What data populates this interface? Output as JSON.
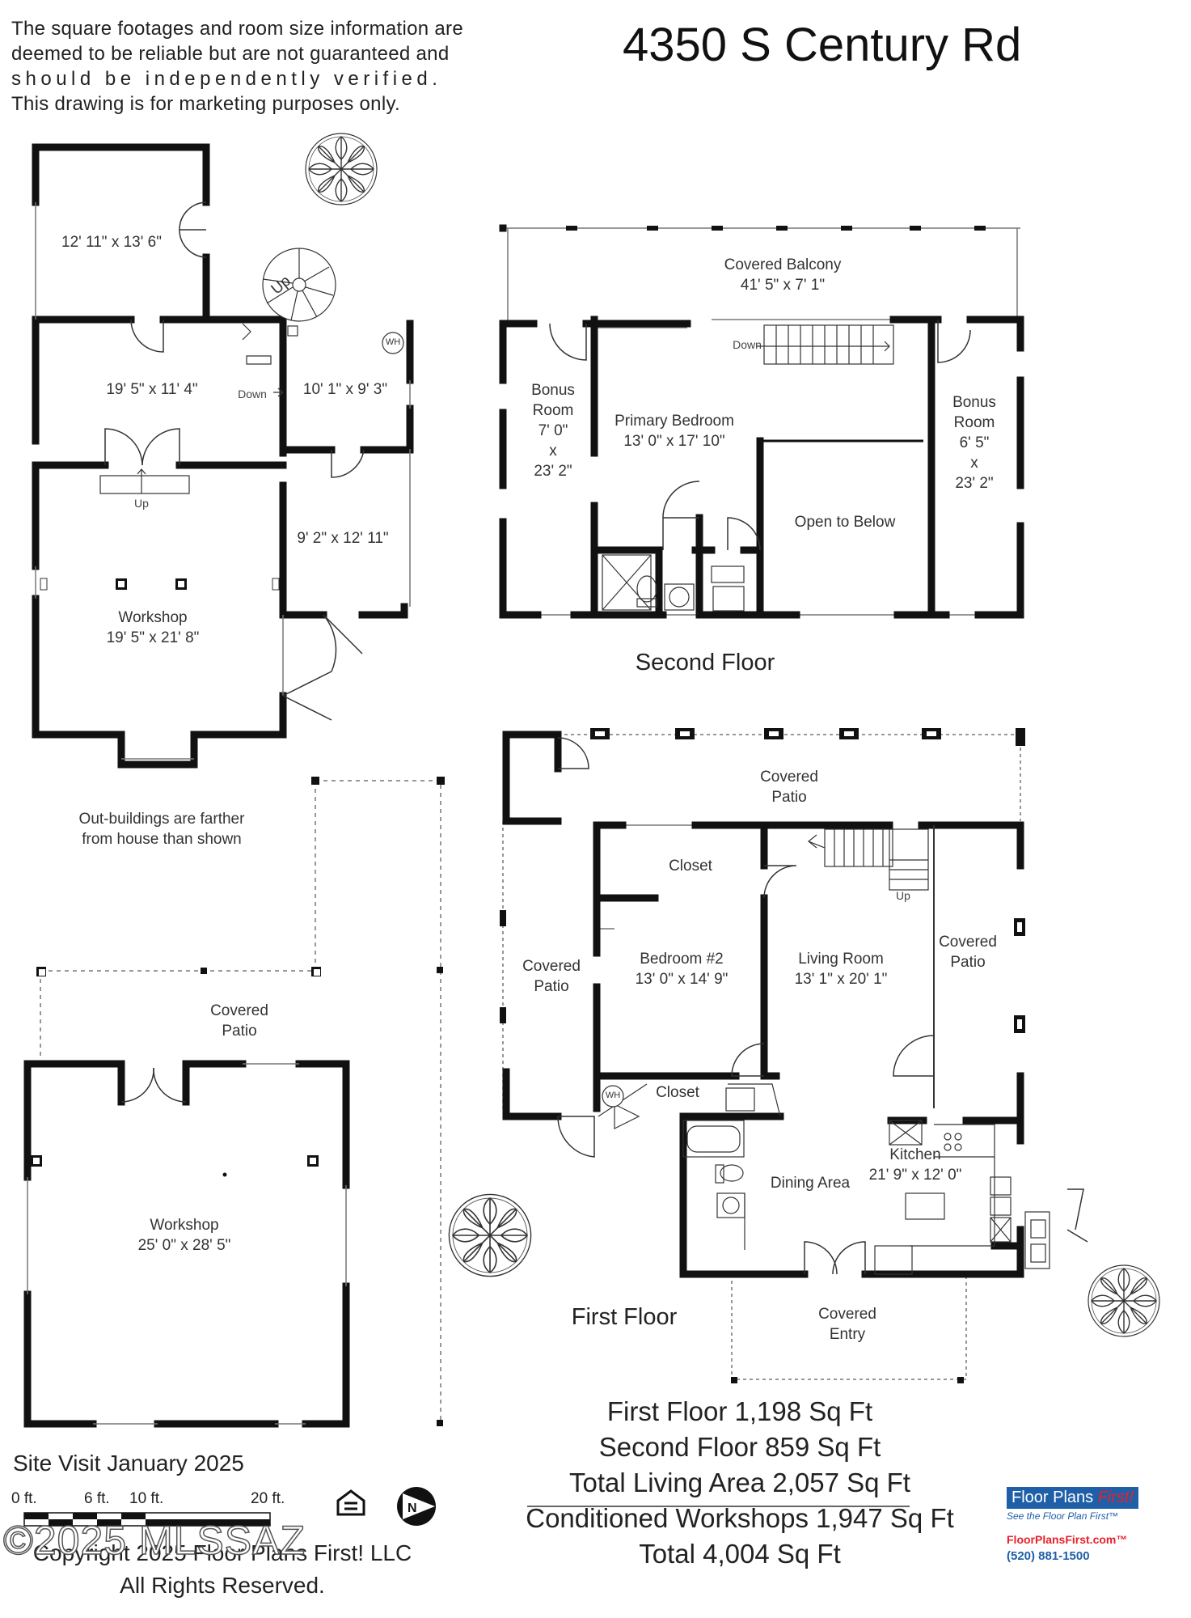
{
  "disclaimer": {
    "line1": "The square footages and room size information are",
    "line2": "deemed to be reliable but are not guaranteed and",
    "line3": "should be independently verified.",
    "line4": "This drawing is for marketing purposes only."
  },
  "address": "4350 S Century Rd",
  "outbuilding_top": {
    "room_a": "12' 11\" x 13' 6\"",
    "room_b": "19' 5\" x 11' 4\"",
    "room_c": "10' 1\" x 9' 3\"",
    "room_d": "9' 2\" x 12' 11\"",
    "workshop_name": "Workshop",
    "workshop_dim": "19' 5\" x 21' 8\"",
    "up_spiral": "Up",
    "up": "Up",
    "down": "Down",
    "wh": "WH"
  },
  "note": {
    "line1": "Out-buildings are farther",
    "line2": "from house than shown"
  },
  "outbuilding_bottom": {
    "patio_line1": "Covered",
    "patio_line2": "Patio",
    "workshop_name": "Workshop",
    "workshop_dim": "25' 0\" x 28' 5\""
  },
  "second_floor": {
    "title": "Second Floor",
    "balcony_name": "Covered Balcony",
    "balcony_dim": "41' 5\" x 7' 1\"",
    "bonus_left": [
      "Bonus",
      "Room",
      "7' 0\"",
      "x",
      "23' 2\""
    ],
    "bonus_right": [
      "Bonus",
      "Room",
      "6' 5\"",
      "x",
      "23' 2\""
    ],
    "primary_name": "Primary Bedroom",
    "primary_dim": "13' 0\" x 17' 10\"",
    "open_below": "Open to Below",
    "down": "Down"
  },
  "first_floor": {
    "title": "First Floor",
    "patio_top": [
      "Covered",
      "Patio"
    ],
    "patio_left": [
      "Covered",
      "Patio"
    ],
    "patio_right": [
      "Covered",
      "Patio"
    ],
    "closet_top": "Closet",
    "closet_bottom": "Closet",
    "bedroom_name": "Bedroom #2",
    "bedroom_dim": "13' 0\" x 14' 9\"",
    "living_name": "Living Room",
    "living_dim": "13' 1\" x 20' 1\"",
    "kitchen_name": "Kitchen",
    "kitchen_dim": "21' 9\" x 12' 0\"",
    "dining": "Dining Area",
    "entry": [
      "Covered",
      "Entry"
    ],
    "up": "Up",
    "wh": "WH"
  },
  "totals": {
    "first": "First Floor 1,198 Sq Ft",
    "second": "Second Floor 859 Sq Ft",
    "living": "Total Living Area 2,057 Sq Ft",
    "workshops": "Conditioned Workshops 1,947 Sq Ft",
    "total": "Total 4,004 Sq Ft"
  },
  "site_visit": "Site Visit January 2025",
  "scale": {
    "t0": "0 ft.",
    "t6": "6 ft.",
    "t10": "10 ft.",
    "t20": "20 ft."
  },
  "copyright": {
    "line1": "Copyright 2025 Floor Plans First! LLC",
    "line2": "All Rights Reserved."
  },
  "watermark": "©2025 MLSSAZ",
  "brand": {
    "name_a": "Floor Plans",
    "name_b": "First!",
    "tagline": "See the Floor Plan First™",
    "url": "FloorPlansFirst.com™",
    "phone": "(520) 881-1500"
  },
  "colors": {
    "wall": "#111111",
    "thin": "#777777",
    "brand_blue": "#1f5fa8",
    "brand_red": "#e8202a"
  }
}
